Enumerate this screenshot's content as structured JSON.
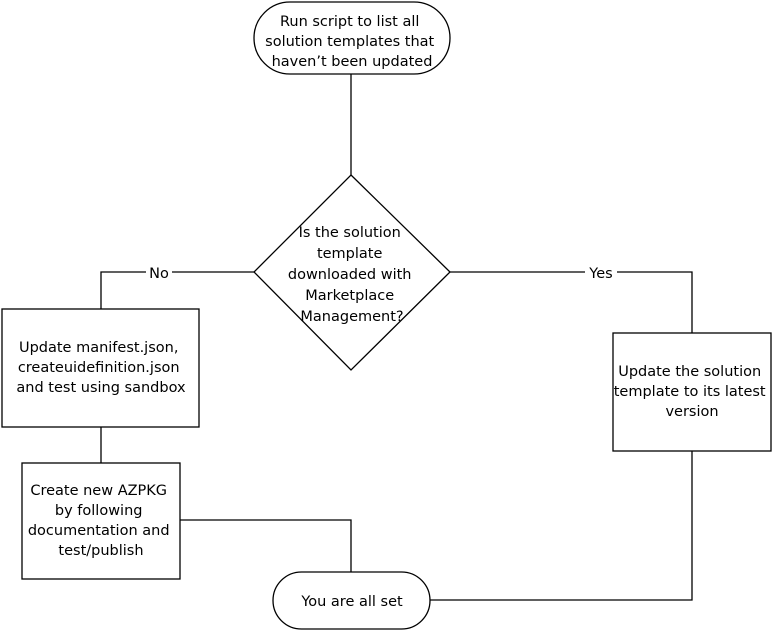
{
  "flowchart": {
    "start": {
      "lines": [
        "Run script to list all",
        "solution templates that",
        "haven’t been updated"
      ]
    },
    "decision": {
      "lines": [
        "Is the solution",
        "template",
        "downloaded with",
        "Marketplace",
        "Management?"
      ]
    },
    "update_manifest": {
      "lines": [
        "Update manifest.json,",
        "createuidefinition.json",
        "and test using sandbox"
      ]
    },
    "create_azpkg": {
      "lines": [
        "Create new AZPKG",
        "by following",
        "documentation and",
        "test/publish"
      ]
    },
    "update_template": {
      "lines": [
        "Update the solution",
        "template to its latest",
        "version"
      ]
    },
    "end": {
      "lines": [
        "You are all set"
      ]
    },
    "edges": {
      "no_label": "No",
      "yes_label": "Yes"
    }
  },
  "colors": {
    "stroke": "#000000",
    "fill": "#ffffff",
    "text": "#000000"
  }
}
